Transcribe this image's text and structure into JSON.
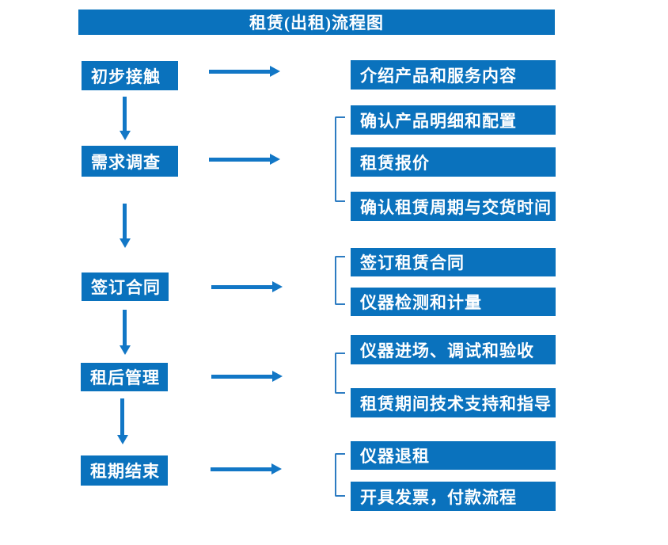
{
  "title": "租赁(出租)流程图",
  "colors": {
    "box": "#0a72bd",
    "arrow": "#1277c6",
    "bracket": "#2d7cc2",
    "text": "#ffffff",
    "background": "#ffffff"
  },
  "steps": [
    {
      "label": "初步接触",
      "details": [
        "介绍产品和服务内容"
      ]
    },
    {
      "label": "需求调查",
      "details": [
        "确认产品明细和配置",
        "租赁报价",
        "确认租赁周期与交货时间"
      ]
    },
    {
      "label": "签订合同",
      "details": [
        "签订租赁合同",
        "仪器检测和计量"
      ]
    },
    {
      "label": "租后管理",
      "details": [
        "仪器进场、调试和验收",
        "租赁期间技术支持和指导"
      ]
    },
    {
      "label": "租期结束",
      "details": [
        "仪器退租",
        "开具发票，付款流程"
      ]
    }
  ]
}
